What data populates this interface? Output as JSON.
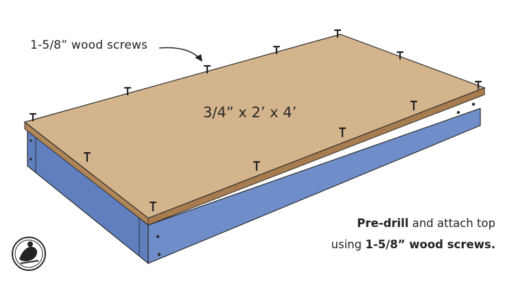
{
  "labels": {
    "screw_callout": "1-5/8” wood screws",
    "dimensions": "3/4” x 2’ x 4’"
  },
  "instruction": {
    "line1_bold": "Pre-drill",
    "line1_rest": " and attach top",
    "line2_start": "using ",
    "line2_bold": "1-5/8” wood screws."
  },
  "colors": {
    "top_face": "#d3b48d",
    "top_edge": "#a77c4f",
    "apron": "#6f8ec9",
    "apron_dark": "#5b78b2",
    "outline": "#2b2b2b"
  },
  "icons": [
    "logo-icon"
  ]
}
